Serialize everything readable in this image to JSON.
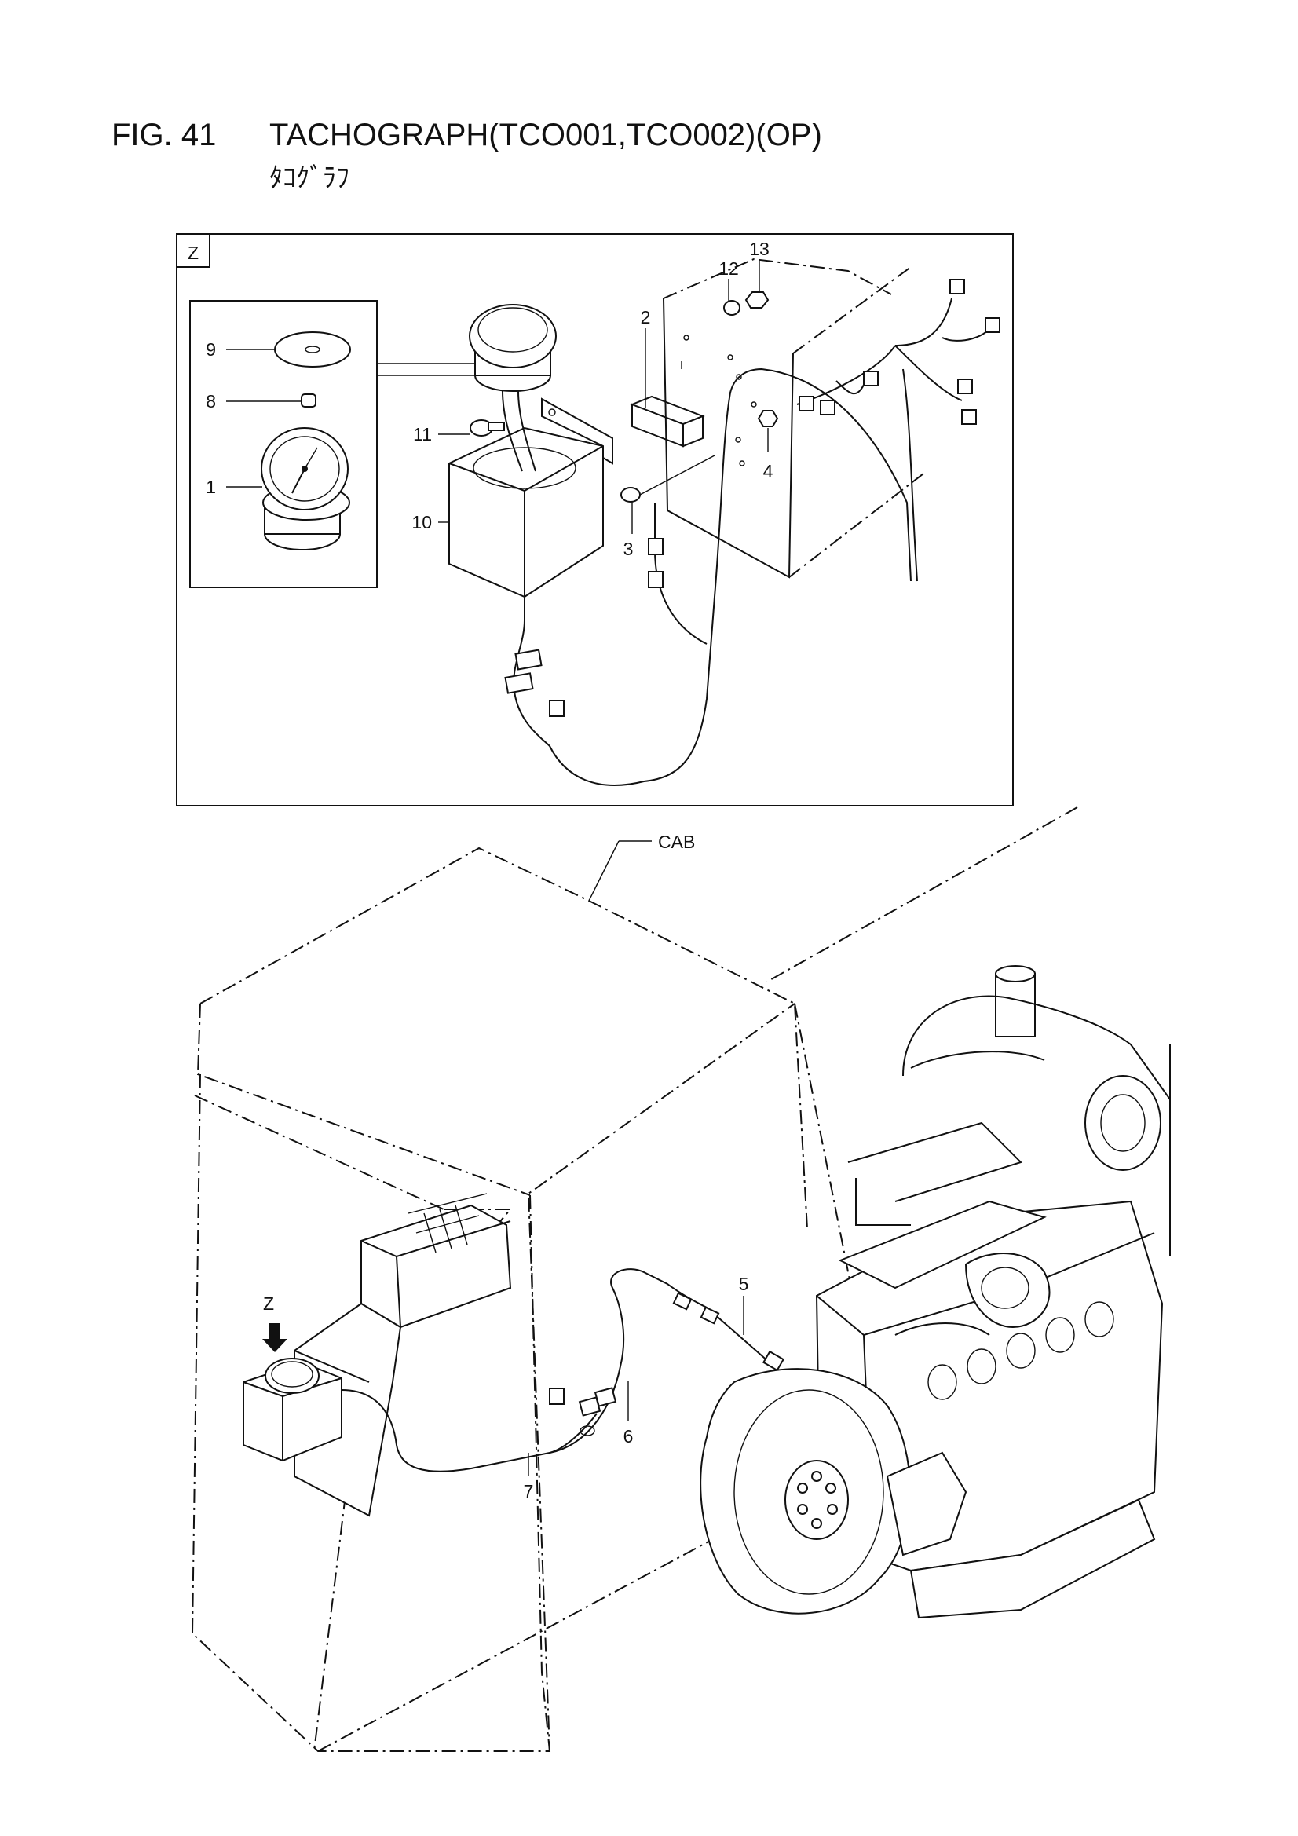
{
  "header": {
    "figure_label": "FIG. 41",
    "title": "TACHOGRAPH(TCO001,TCO002)(OP)",
    "subtitle": "ﾀｺｸﾞﾗﾌ"
  },
  "detail_view": {
    "label": "Z"
  },
  "callouts": {
    "p1": "1",
    "p2": "2",
    "p3": "3",
    "p4": "4",
    "p5": "5",
    "p6": "6",
    "p7": "7",
    "p8": "8",
    "p9": "9",
    "p10": "10",
    "p11": "11",
    "p12": "12",
    "p13": "13",
    "cab": "CAB",
    "z_arrow": "Z"
  }
}
